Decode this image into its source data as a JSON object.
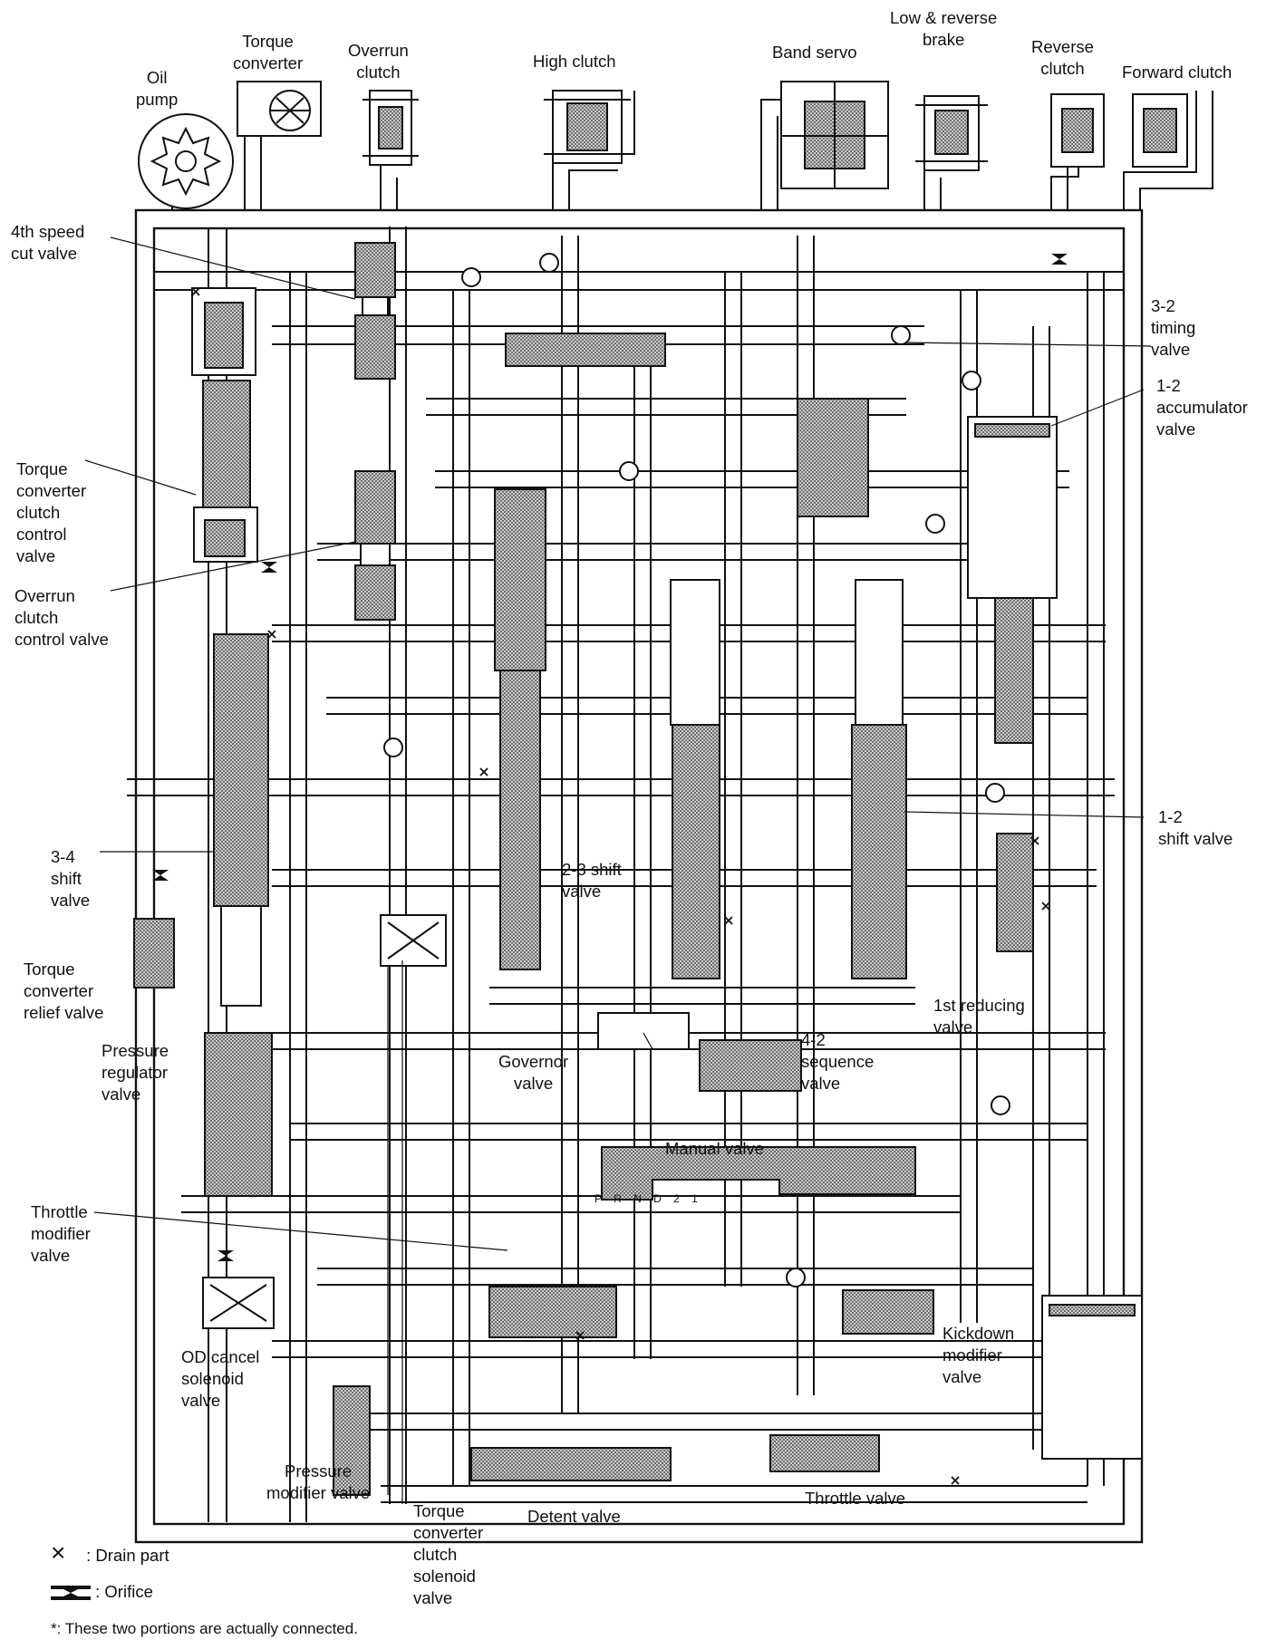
{
  "labels": {
    "oil_pump": "Oil\npump",
    "torque_converter": "Torque\nconverter",
    "overrun_clutch": "Overrun\nclutch",
    "high_clutch": "High clutch",
    "band_servo": "Band servo",
    "low_reverse_brake": "Low & reverse\nbrake",
    "reverse_clutch": "Reverse\nclutch",
    "forward_clutch": "Forward clutch",
    "fourth_speed_cut_valve": "4th speed\ncut valve",
    "timing_valve_3_2": "3-2\ntiming\nvalve",
    "accumulator_valve_1_2": "1-2\naccumulator\nvalve",
    "tcc_control_valve": "Torque\nconverter\nclutch\ncontrol\nvalve",
    "overrun_clutch_control_valve": "Overrun\nclutch\ncontrol valve",
    "shift_valve_1_2": "1-2\nshift valve",
    "shift_valve_3_4": "3-4\nshift\nvalve",
    "shift_valve_2_3": "2-3 shift\nvalve",
    "torque_converter_relief_valve": "Torque\nconverter\nrelief valve",
    "pressure_regulator_valve": "Pressure\nregulator\nvalve",
    "first_reducing_valve": "1st reducing\nvalve",
    "sequence_valve_4_2": "4-2\nsequence\nvalve",
    "governor_valve": "Governor\nvalve",
    "manual_valve": "Manual valve",
    "prnd": "P R N D 2 1",
    "throttle_modifier_valve": "Throttle\nmodifier\nvalve",
    "od_cancel_solenoid_valve": "OD cancel\nsolenoid\nvalve",
    "kickdown_modifier_valve": "Kickdown\nmodifier\nvalve",
    "pressure_modifier_valve": "Pressure\nmodifier valve",
    "tcc_solenoid_valve": "Torque\nconverter\nclutch\nsolenoid\nvalve",
    "detent_valve": "Detent valve",
    "throttle_valve": "Throttle valve"
  },
  "legend": {
    "drain_symbol": "×",
    "drain_label": ": Drain part",
    "orifice_label": ": Orifice",
    "note": "*: These two portions are actually connected."
  },
  "colors": {
    "line": "#111111",
    "spool_fill": "#9a9a9a",
    "background": "#ffffff"
  },
  "icons": {
    "drain": "x-cross-icon",
    "orifice": "orifice-icon",
    "check_ball": "check-ball-icon"
  }
}
